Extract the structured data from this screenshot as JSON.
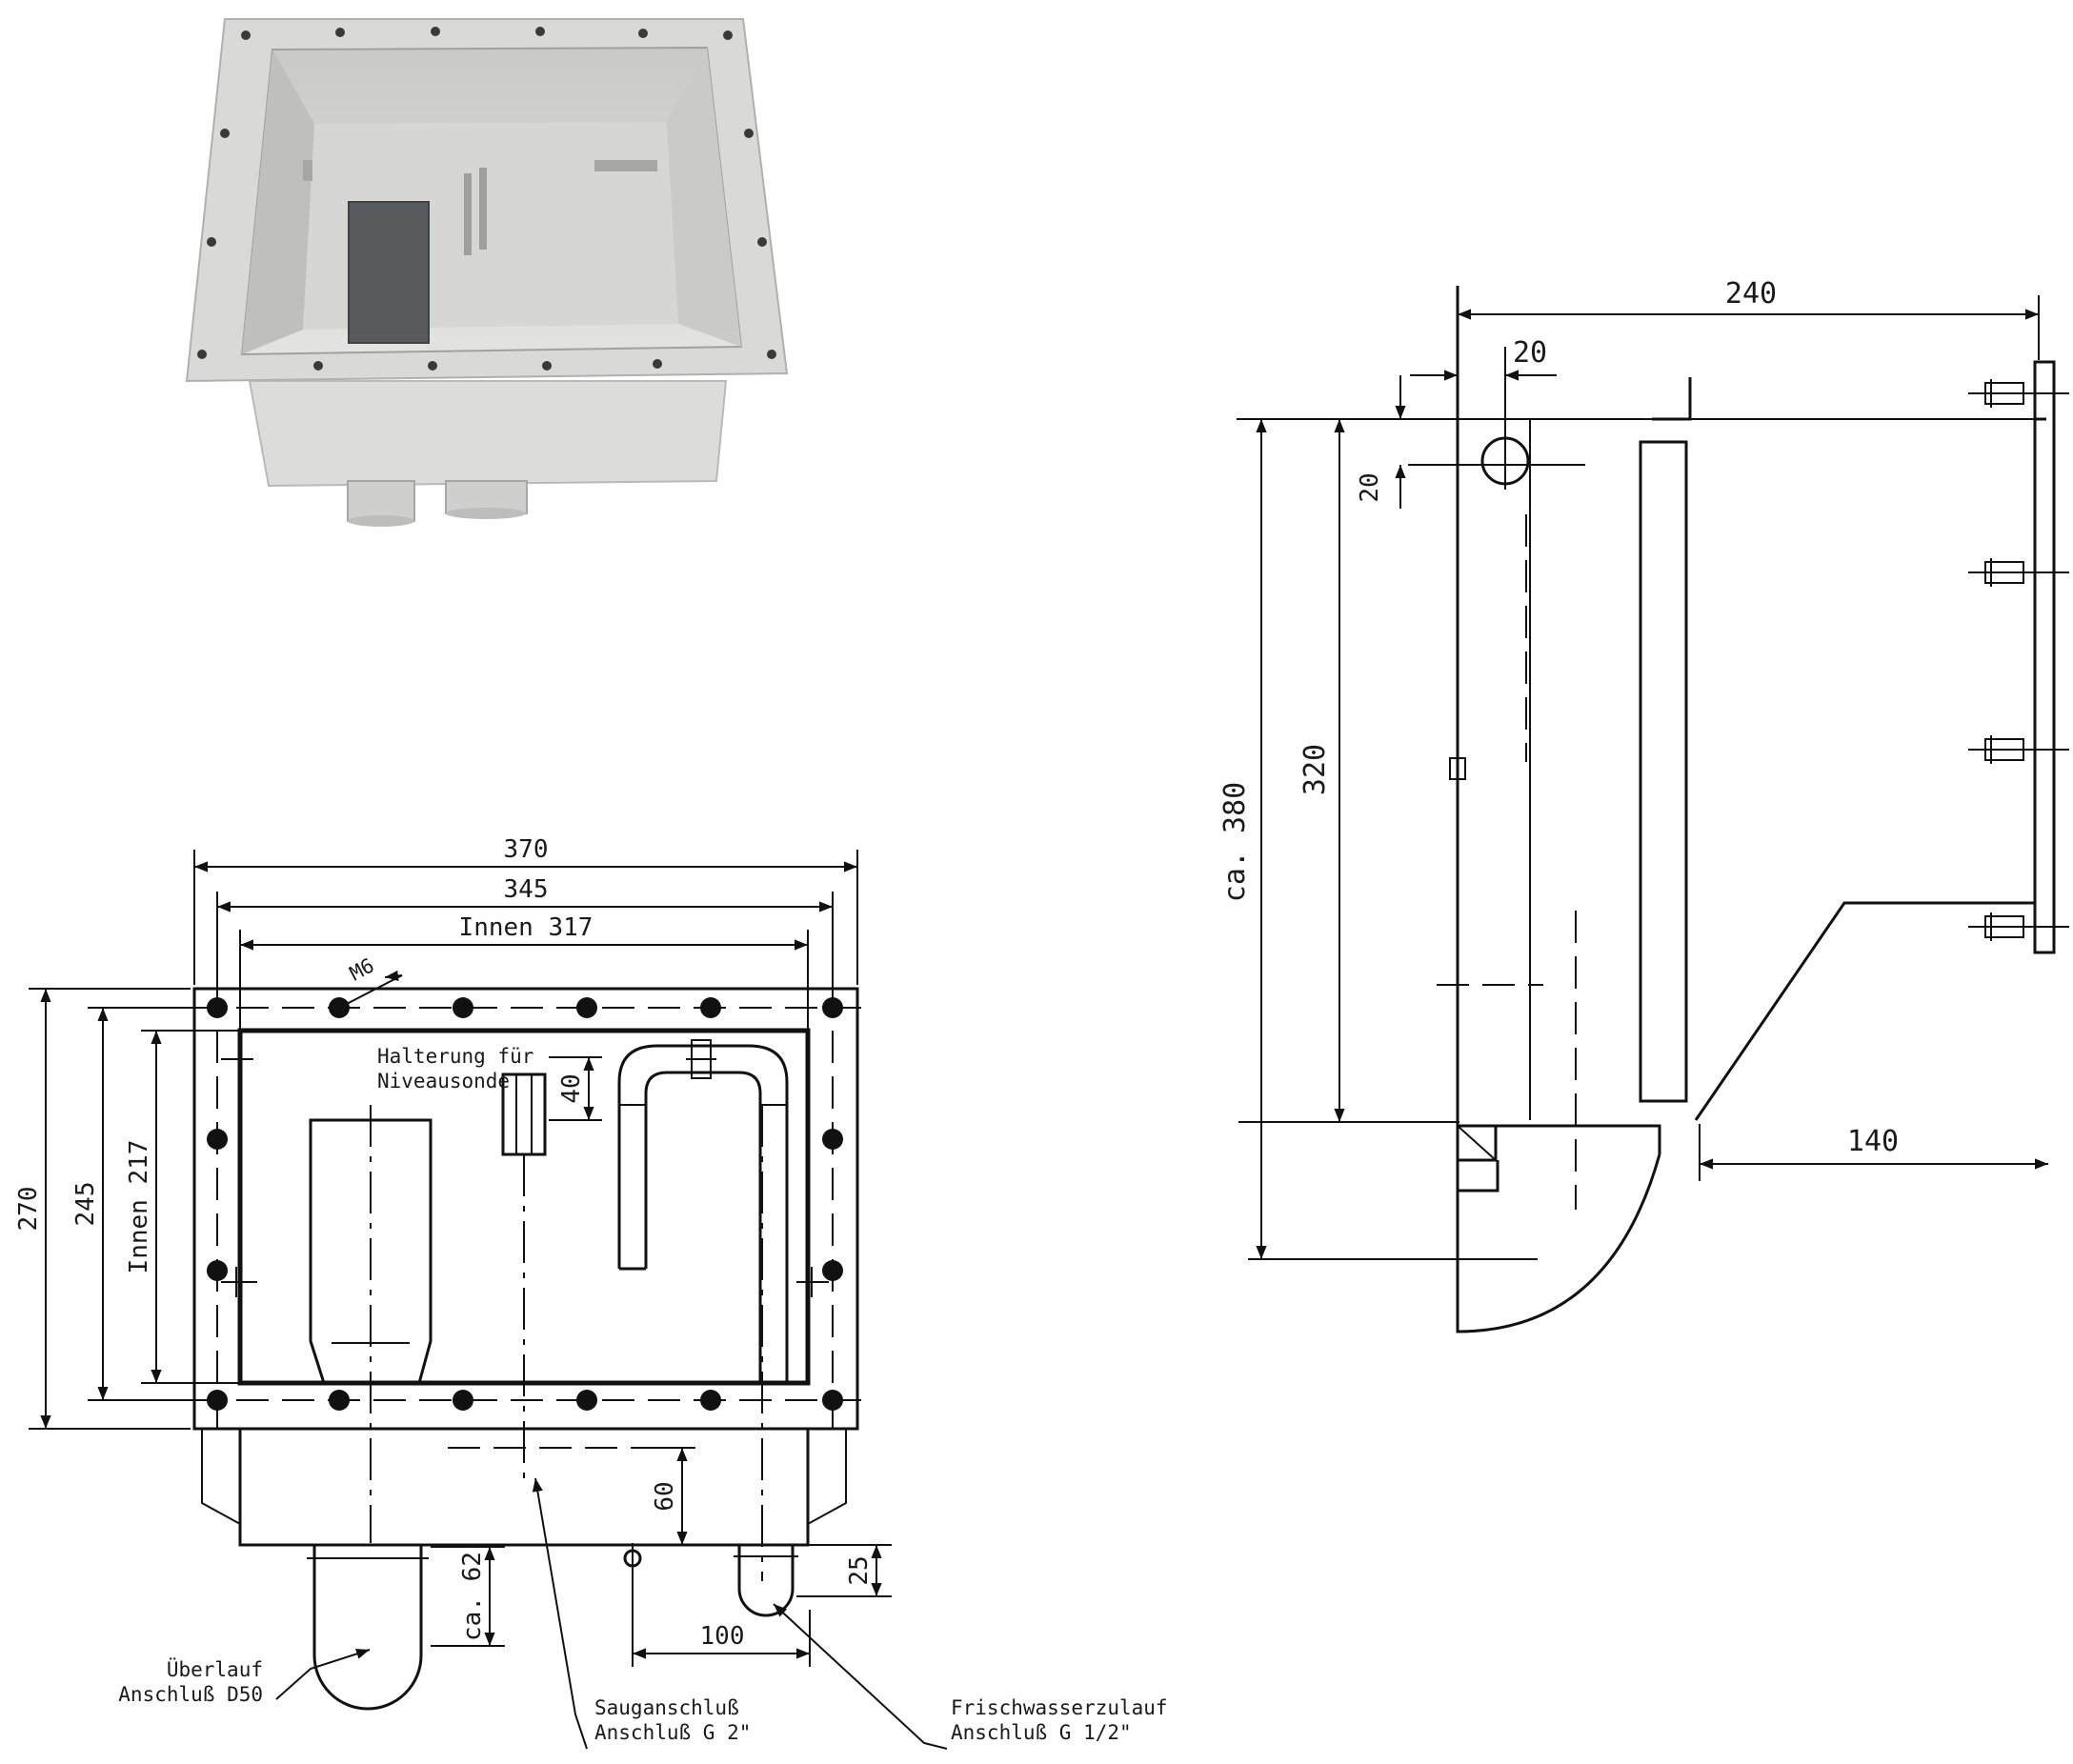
{
  "front_view": {
    "dim_370": "370",
    "dim_345": "345",
    "dim_inner_width": "Innen 317",
    "thread_label": "M6",
    "holder_label_line1": "Halterung für",
    "holder_label_line2": "Niveausonde",
    "dim_40": "40",
    "dim_270": "270",
    "dim_245": "245",
    "dim_inner_height": "Innen 217",
    "dim_60": "60",
    "dim_25": "25",
    "dim_62": "ca. 62",
    "dim_100": "100",
    "overflow_line1": "Überlauf",
    "overflow_line2": "Anschluß D50",
    "suction_line1": "Sauganschluß",
    "suction_line2": "Anschluß G 2\"",
    "freshwater_line1": "Frischwasserzulauf",
    "freshwater_line2": "Anschluß G 1/2\""
  },
  "side_view": {
    "dim_240": "240",
    "dim_20_horizontal": "20",
    "dim_20_vertical": "20",
    "dim_380": "ca. 380",
    "dim_320": "320",
    "dim_140": "140"
  },
  "colors": {
    "line": "#111111",
    "photo_metal": "#d8d8d6",
    "photo_shadow": "#a9aaa8",
    "photo_sensor": "#55595b"
  }
}
